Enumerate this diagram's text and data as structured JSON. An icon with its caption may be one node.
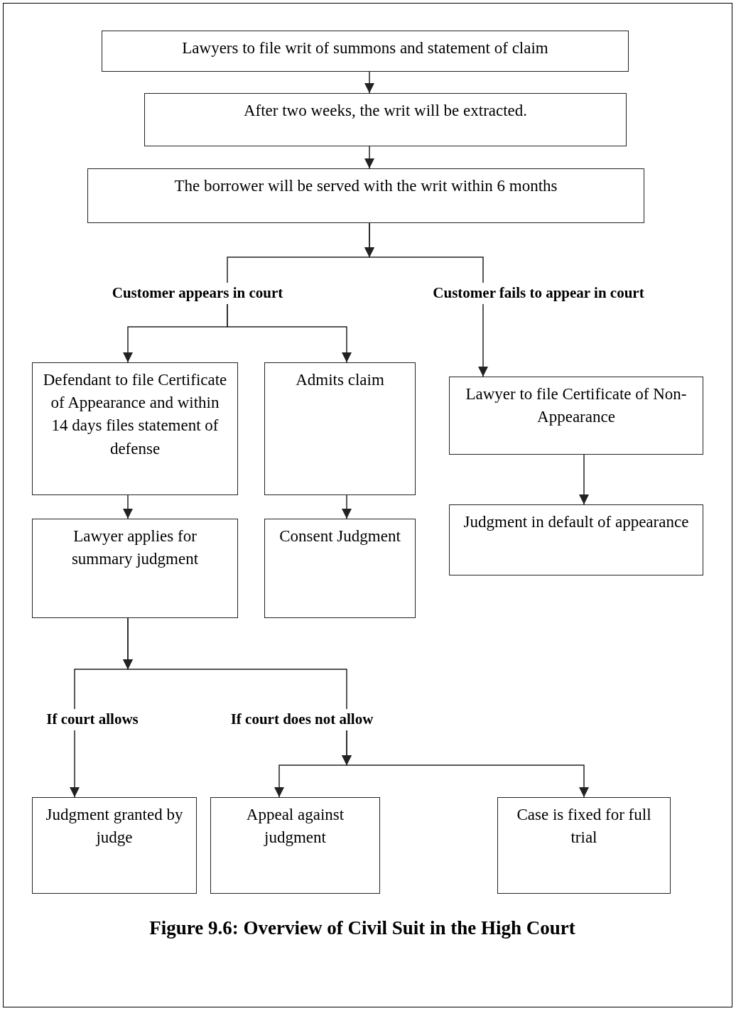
{
  "diagram": {
    "caption": "Figure 9.6: Overview of Civil Suit in the High Court",
    "nodes": [
      {
        "text": [
          "Lawyers to file writ of summons and statement of claim"
        ]
      },
      {
        "text": [
          "After two weeks, the writ will be extracted."
        ]
      },
      {
        "text": [
          "The borrower will be served with the writ within 6 months"
        ]
      },
      {
        "text": [
          "Customer appears in court"
        ]
      },
      {
        "text": [
          "Customer fails to appear in court"
        ]
      },
      {
        "text": [
          "Defendant to file Certificate of Appearance and within 14 days files statement of defense"
        ]
      },
      {
        "text": [
          "Admits claim"
        ]
      },
      {
        "text": [
          "Lawyer to file Certificate of Non-Appearance"
        ]
      },
      {
        "text": [
          "Lawyer applies for summary judgment"
        ]
      },
      {
        "text": [
          "Consent Judgment"
        ]
      },
      {
        "text": [
          "Judgment in default of appearance"
        ]
      },
      {
        "text": [
          "If court allows"
        ]
      },
      {
        "text": [
          "If court does not allow"
        ]
      },
      {
        "text": [
          "Judgment granted by judge"
        ]
      },
      {
        "text": [
          "Appeal against judgment"
        ]
      },
      {
        "text": [
          "Case is fixed for full trial"
        ]
      }
    ],
    "edges": [
      {
        "from": 0,
        "to": 1,
        "arrow": "to"
      },
      {
        "from": 1,
        "to": 2,
        "arrow": "to"
      },
      {
        "from": 2,
        "to": 3,
        "arrow": "to"
      },
      {
        "from": 2,
        "to": 4,
        "arrow": "to"
      },
      {
        "from": 3,
        "to": 5,
        "arrow": "to"
      },
      {
        "from": 3,
        "to": 6,
        "arrow": "to"
      },
      {
        "from": 4,
        "to": 7,
        "arrow": "to"
      },
      {
        "from": 5,
        "to": 8,
        "arrow": "to"
      },
      {
        "from": 6,
        "to": 9,
        "arrow": "to"
      },
      {
        "from": 7,
        "to": 10,
        "arrow": "to"
      },
      {
        "from": 8,
        "to": 11,
        "arrow": "to"
      },
      {
        "from": 8,
        "to": 12,
        "arrow": "to"
      },
      {
        "from": 11,
        "to": 13,
        "arrow": "to"
      },
      {
        "from": 12,
        "to": 14,
        "arrow": "to"
      },
      {
        "from": 12,
        "to": 15,
        "arrow": "to"
      }
    ]
  }
}
